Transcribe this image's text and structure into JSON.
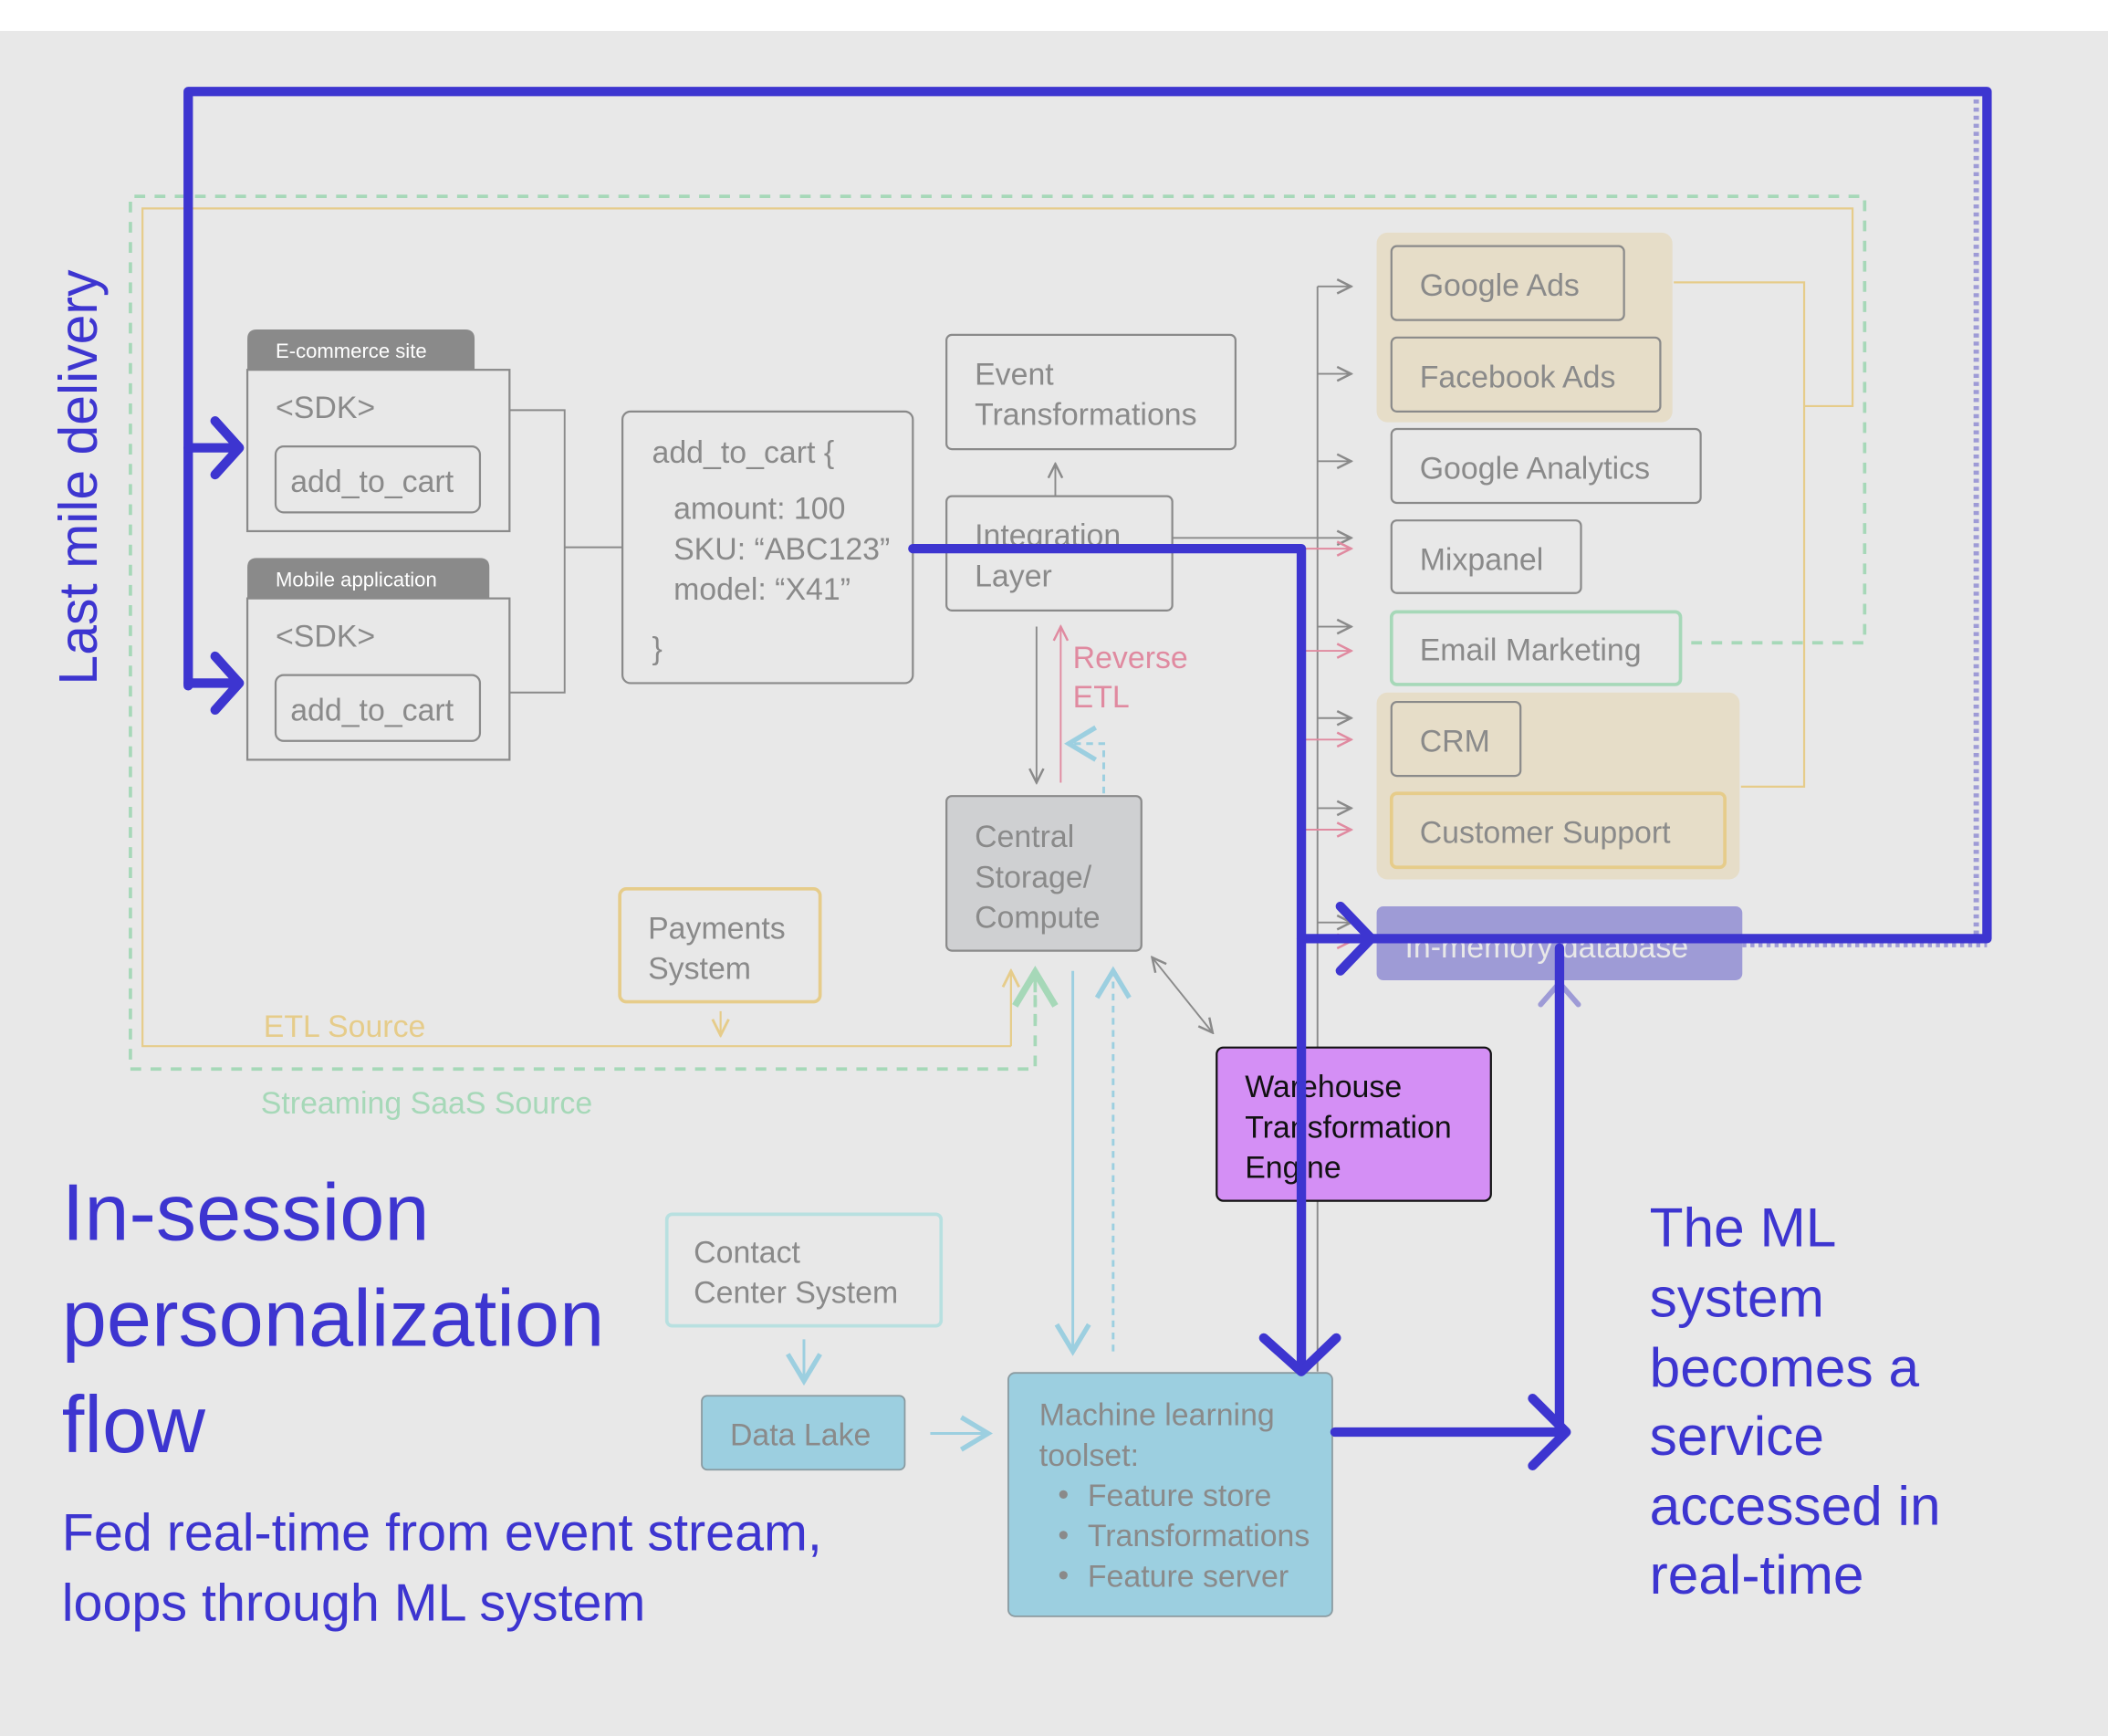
{
  "colors": {
    "background": "#e8e8e8",
    "accent_blue": "#3d35d0",
    "gray": "#8a8a8a",
    "streaming_green": "#a6d8b8",
    "etl_yellow": "#e6cc8a",
    "reverse_etl_pink": "#e08aa0",
    "ml_blue": "#9ccfe0",
    "in_memory_db": "#9e9bd6",
    "warehouse": "#d48ff5"
  },
  "side_label": "Last mile delivery",
  "sources": {
    "ecommerce": {
      "tab": "E-commerce site",
      "sdk": "<SDK>",
      "event": "add_to_cart"
    },
    "mobile": {
      "tab": "Mobile application",
      "sdk": "<SDK>",
      "event": "add_to_cart"
    }
  },
  "event_payload": {
    "open": "add_to_cart {",
    "lines": [
      "amount: 100",
      "SKU: “ABC123”",
      "model: “X41”"
    ],
    "close": "}"
  },
  "event_transformations": [
    "Event",
    "Transformations"
  ],
  "integration_layer": [
    "Integration",
    "Layer"
  ],
  "reverse_etl": [
    "Reverse",
    "ETL"
  ],
  "central_storage": [
    "Central",
    "Storage/",
    "Compute"
  ],
  "payments": [
    "Payments",
    "System"
  ],
  "etl_source": "ETL Source",
  "streaming_source": "Streaming SaaS Source",
  "destinations": [
    "Google Ads",
    "Facebook Ads",
    "Google Analytics",
    "Mixpanel",
    "Email Marketing",
    "CRM",
    "Customer Support"
  ],
  "in_memory_db": "In-memory database",
  "warehouse": [
    "Warehouse",
    "Transformation",
    "Engine"
  ],
  "contact_center": [
    "Contact",
    "Center System"
  ],
  "data_lake": "Data Lake",
  "ml_toolset": {
    "title": [
      "Machine learning",
      "toolset:"
    ],
    "items": [
      "Feature store",
      "Transformations",
      "Feature server"
    ]
  },
  "title": [
    "In-session",
    "personalization",
    "flow"
  ],
  "subtitle": [
    "Fed real-time from event stream,",
    "loops through ML system"
  ],
  "ml_note": [
    "The ML",
    "system",
    "becomes a",
    "service",
    "accessed in",
    "real-time"
  ]
}
